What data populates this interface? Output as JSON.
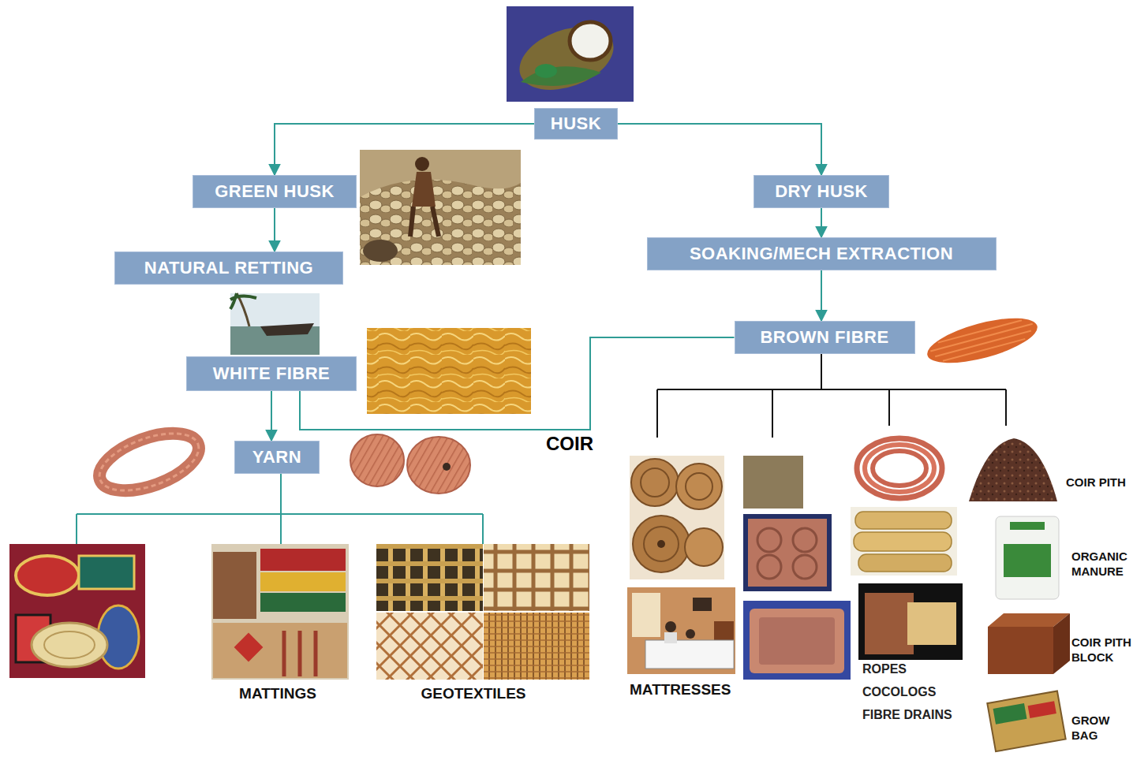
{
  "diagram": {
    "nodes": [
      {
        "text": [
          "HUSK"
        ]
      },
      {
        "text": [
          "GREEN HUSK"
        ]
      },
      {
        "text": [
          "DRY HUSK"
        ]
      },
      {
        "text": [
          "NATURAL RETTING"
        ]
      },
      {
        "text": [
          "SOAKING/MECH EXTRACTION"
        ]
      },
      {
        "text": [
          "BROWN FIBRE"
        ]
      },
      {
        "text": [
          "WHITE FIBRE"
        ]
      },
      {
        "text": [
          "YARN"
        ]
      }
    ],
    "edges": [
      {
        "from": 0,
        "to": 1,
        "arrow": "to"
      },
      {
        "from": 0,
        "to": 2,
        "arrow": "to"
      },
      {
        "from": 1,
        "to": 3,
        "arrow": "to"
      },
      {
        "from": 2,
        "to": 4,
        "arrow": "to"
      },
      {
        "from": 4,
        "to": 5,
        "arrow": "to"
      },
      {
        "from": 6,
        "to": 7,
        "arrow": "to"
      },
      {
        "from": 6,
        "to": 5,
        "label": "COIR",
        "arrow": "none"
      }
    ],
    "labels": [
      "COIR PITH",
      "ORGANIC MANURE",
      "COIR PITH BLOCK",
      "GROW BAG",
      "MATTINGS",
      "GEOTEXTILES",
      "MATTRESSES",
      "ROPES",
      "COCOLOGS",
      "FIBRE DRAINS"
    ]
  }
}
